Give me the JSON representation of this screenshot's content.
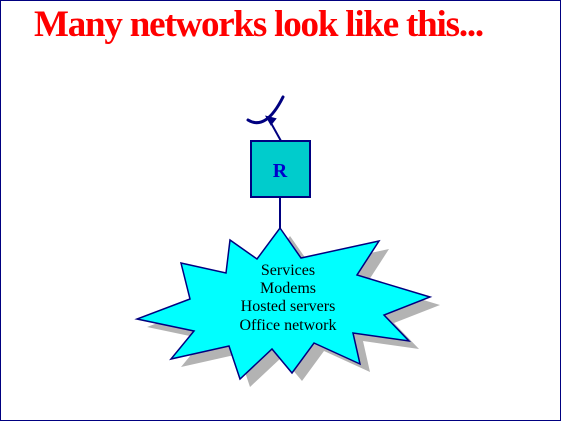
{
  "title": "Many networks look like this...",
  "router": {
    "label": "R"
  },
  "cloud": {
    "lines": [
      "Services",
      "Modems",
      "Hosted servers",
      "Office network"
    ]
  },
  "colors": {
    "title": "#ff0000",
    "router_fill": "#00cccc",
    "router_border": "#000080",
    "router_label": "#0000cc",
    "cloud_fill": "#00ffff",
    "cloud_shadow": "#b3b3b3",
    "line": "#000080",
    "border": "#000080"
  }
}
